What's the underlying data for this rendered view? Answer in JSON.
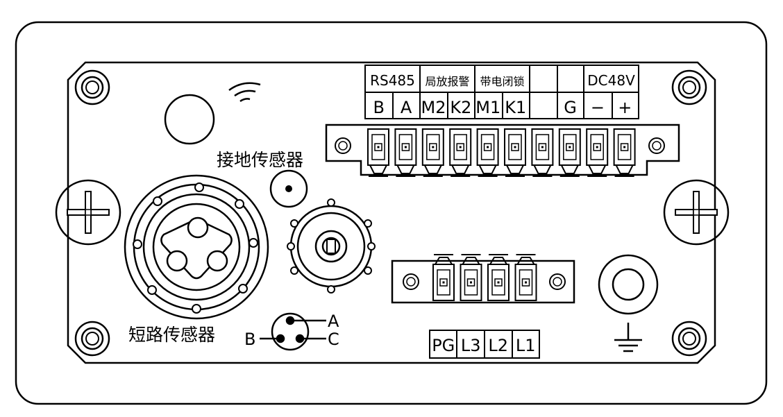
{
  "signal_header": [
    {
      "text": "RS485"
    },
    {
      "text": "局放报警"
    },
    {
      "text": "带电闭锁"
    },
    {
      "text": ""
    },
    {
      "text": ""
    },
    {
      "text": "DC48V"
    }
  ],
  "signal_terminals": [
    "B",
    "A",
    "M2",
    "K2",
    "M1",
    "K1",
    "",
    "G",
    "−",
    "+"
  ],
  "power_terminals": [
    "PG",
    "L3",
    "L2",
    "L1"
  ],
  "labels": {
    "ground_sensor": "接地传感器",
    "short_sensor": "短路传感器",
    "pin_a": "A",
    "pin_b": "B",
    "pin_c": "C"
  }
}
